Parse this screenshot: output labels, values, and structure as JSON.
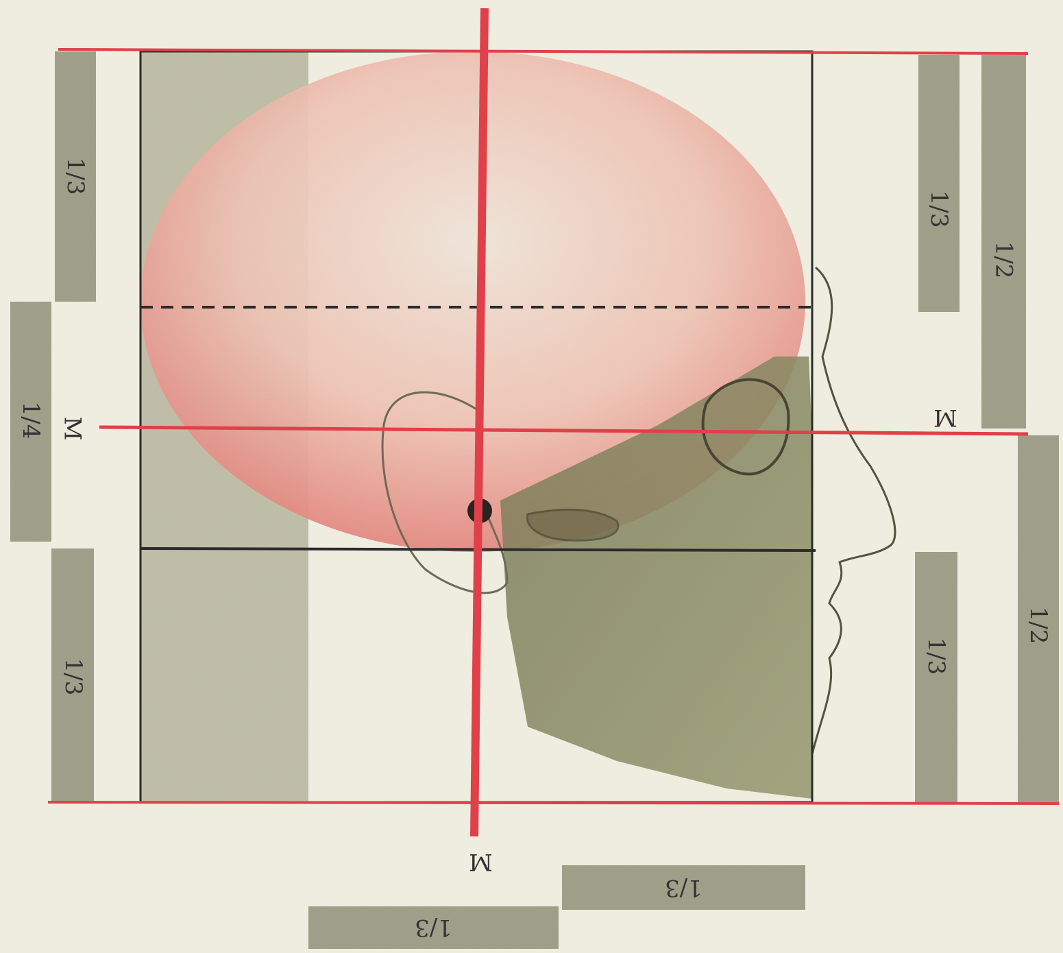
{
  "diagram": {
    "colors": {
      "background": "#eeede0",
      "guide_red": "#e0404a",
      "bar_khaki": "#a3a28c",
      "cranium_pink": "#e98a86",
      "face_olive": "#8f9166",
      "frame_dark": "#2b2b2b"
    },
    "labels": {
      "left_upper_bar": "1/3",
      "left_middle_bar": "1/4",
      "left_lower_bar": "1/3",
      "right_inner_upper_bar": "1/3",
      "right_outer_upper_bar": "1/2",
      "right_inner_lower_bar": "1/3",
      "right_outer_lower_bar": "1/2",
      "bottom_upper_bar": "1/3",
      "bottom_lower_bar": "1/3",
      "m_left": "M",
      "m_right": "M",
      "m_bottom": "M"
    }
  }
}
